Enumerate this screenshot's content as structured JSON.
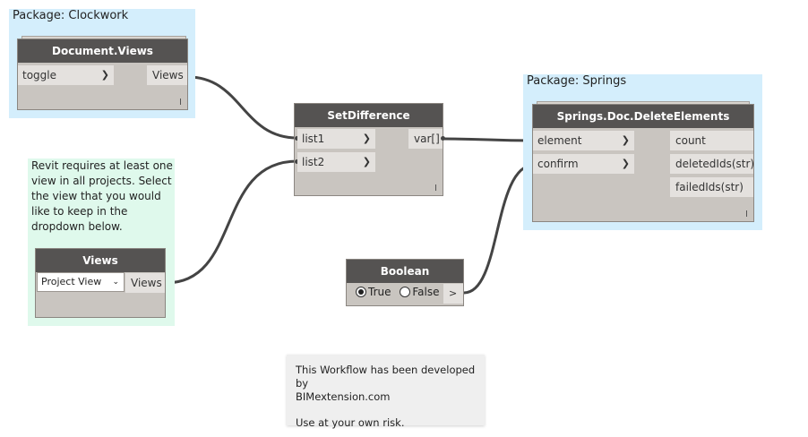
{
  "groups": {
    "clockwork": {
      "title": "Package: Clockwork",
      "bg": "#d4eefc"
    },
    "springs": {
      "title": "Package: Springs",
      "bg": "#d4eefc"
    },
    "views_note": {
      "text": "Revit requires at least one view in all projects. Select the view that you would like to keep in the dropdown below.",
      "bg": "#dff9ec"
    }
  },
  "nodes": {
    "document_views": {
      "title": "Document.Views",
      "input": "toggle",
      "output": "Views"
    },
    "set_difference": {
      "title": "SetDifference",
      "inputs": [
        "list1",
        "list2"
      ],
      "output": "var[]"
    },
    "delete_elements": {
      "title": "Springs.Doc.DeleteElements",
      "inputs": [
        "element",
        "confirm"
      ],
      "outputs": [
        "count",
        "deletedIds(str)",
        "failedIds(str)"
      ]
    },
    "views": {
      "title": "Views",
      "selected": "Project View",
      "output": "Views"
    },
    "boolean": {
      "title": "Boolean",
      "true_label": "True",
      "false_label": "False",
      "output": ">",
      "value": true
    }
  },
  "note": {
    "line1": "This Workflow has been developed by",
    "line2": "BIMextension.com",
    "line3": "Use at your own risk."
  },
  "colors": {
    "header": "#555352",
    "body": "#c9c5c0",
    "wire": "#444444"
  }
}
